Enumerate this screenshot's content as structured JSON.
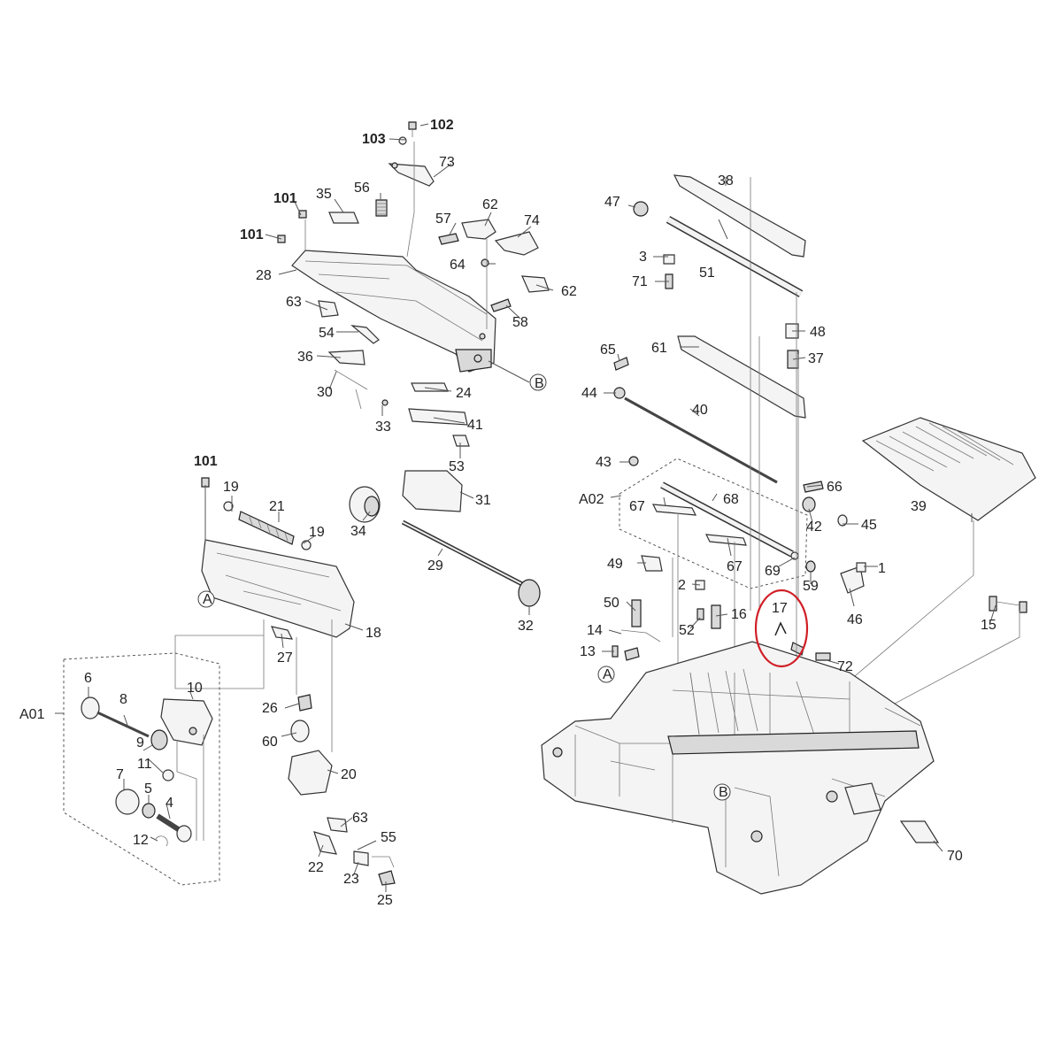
{
  "callouts": {
    "c1": "1",
    "c2": "2",
    "c3": "3",
    "c4": "4",
    "c5": "5",
    "c6": "6",
    "c7": "7",
    "c8": "8",
    "c9": "9",
    "c10": "10",
    "c11": "11",
    "c12": "12",
    "c13": "13",
    "c14": "14",
    "c15": "15",
    "c16": "16",
    "c17": "17",
    "c18": "18",
    "c19a": "19",
    "c19b": "19",
    "c20": "20",
    "c21": "21",
    "c22": "22",
    "c23": "23",
    "c24": "24",
    "c25": "25",
    "c26": "26",
    "c27": "27",
    "c28": "28",
    "c29": "29",
    "c30": "30",
    "c31": "31",
    "c32": "32",
    "c33": "33",
    "c34": "34",
    "c35": "35",
    "c36": "36",
    "c37": "37",
    "c38": "38",
    "c39": "39",
    "c40": "40",
    "c41": "41",
    "c42": "42",
    "c43": "43",
    "c44": "44",
    "c45": "45",
    "c46": "46",
    "c47": "47",
    "c48": "48",
    "c49": "49",
    "c50": "50",
    "c51": "51",
    "c52": "52",
    "c53": "53",
    "c54": "54",
    "c55": "55",
    "c56": "56",
    "c57": "57",
    "c58": "58",
    "c59": "59",
    "c60": "60",
    "c61": "61",
    "c62a": "62",
    "c62b": "62",
    "c63a": "63",
    "c63b": "63",
    "c64": "64",
    "c65": "65",
    "c66": "66",
    "c67a": "67",
    "c67b": "67",
    "c68": "68",
    "c69": "69",
    "c70": "70",
    "c71": "71",
    "c72": "72",
    "c73": "73",
    "c74": "74",
    "c101a": "101",
    "c101b": "101",
    "c101c": "101",
    "c102": "102",
    "c103": "103"
  },
  "assemblies": {
    "a01": "A01",
    "a02": "A02"
  },
  "refs": {
    "ref_a1": "A",
    "ref_a2": "A",
    "ref_b1": "B",
    "ref_b2": "B"
  },
  "highlight": {
    "color": "#d01f27",
    "item": "17"
  }
}
